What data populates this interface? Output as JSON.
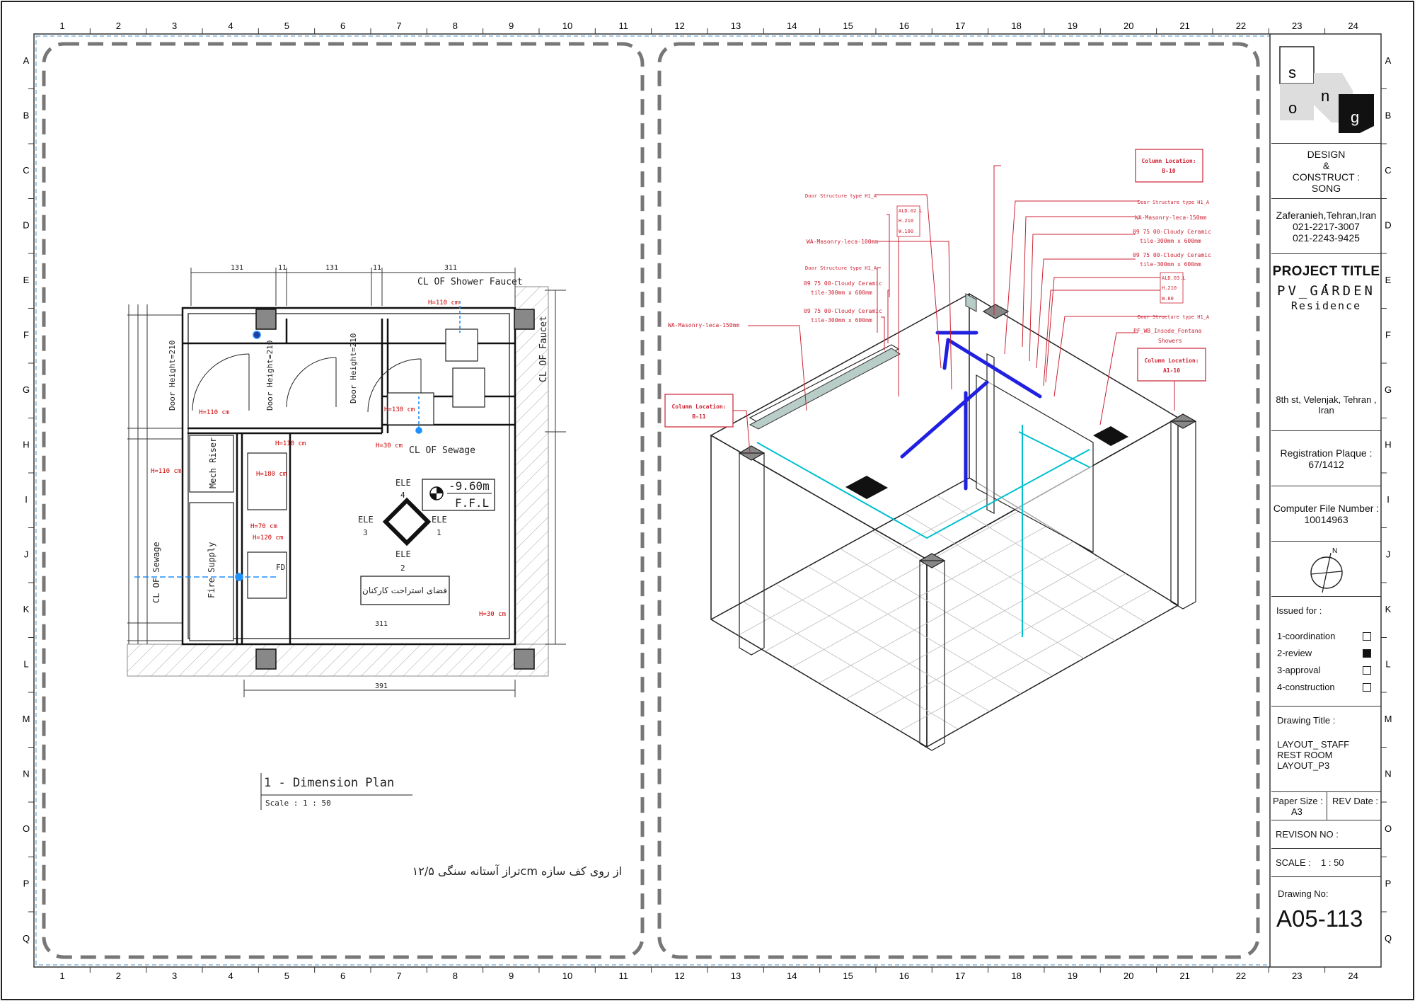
{
  "border": {
    "columns": [
      "1",
      "2",
      "3",
      "4",
      "5",
      "6",
      "7",
      "8",
      "9",
      "10",
      "11",
      "12",
      "13",
      "14",
      "15",
      "16",
      "17",
      "18",
      "19",
      "20",
      "21",
      "22",
      "23",
      "24"
    ],
    "rows": [
      "A",
      "B",
      "C",
      "D",
      "E",
      "F",
      "G",
      "H",
      "I",
      "J",
      "K",
      "L",
      "M",
      "N",
      "O",
      "P",
      "Q"
    ]
  },
  "plan": {
    "labels": {
      "shower_faucet": "CL OF Shower Faucet",
      "faucet": "CL OF Faucet",
      "sewage_top": "CL OF Sewage",
      "sewage_left": "CL OF Sewage",
      "door_height_1": "Door Height=210",
      "door_height_2": "Door Height=210",
      "door_height_3": "Door Height=210",
      "mech_riser": "Mech Riser",
      "fire_supply": "Fire Supply",
      "fd": "FD",
      "ele_4": "ELE",
      "ele_4_num": "4",
      "ele_3": "ELE",
      "ele_3_num": "3",
      "ele_1": "ELE",
      "ele_1_num": "1",
      "ele_2": "ELE",
      "ele_2_num": "2",
      "level": "-9.60m",
      "ffl": "F.F.L",
      "room_name": "فضای استراحت کارکنان",
      "dims": {
        "d131a": "131",
        "d11a": "11",
        "d131b": "131",
        "d11b": "11",
        "d311": "311",
        "d391": "391",
        "d311b": "311"
      }
    },
    "heights": {
      "h110a": "H=110 cm",
      "h110b": "H=110 cm",
      "h110c": "H=110 cm",
      "h110d": "H=110 cm",
      "h130": "H=130 cm",
      "h30a": "H=30 cm",
      "h180": "H=180 cm",
      "h70": "H=70 cm",
      "h120": "H=120 cm",
      "h30b": "H=30 cm"
    },
    "title": "1 - Dimension Plan",
    "scale": "Scale : 1 : 50",
    "note": "تراز آستانه سنگی ۱۲/۵cm از روی کف سازه"
  },
  "iso": {
    "callouts": {
      "col_b10": [
        "Column Location:",
        "B-10"
      ],
      "col_a110": [
        "Column Location:",
        "A1-10"
      ],
      "col_b11": [
        "Column Location:",
        "B-11"
      ],
      "door_struct_1": "Door Structure type H1_A",
      "door_struct_2": "Door Structure type H1_A",
      "door_struct_3": "Door Structure type H1_A",
      "door_struct_4": "Door Structure type H1_A",
      "ald02": [
        "ALD.02.L",
        "H.210",
        "W.100"
      ],
      "ald03": [
        "ALD.03.L",
        "H.210",
        "W.80"
      ],
      "wa_100": "WA-Masonry-leca-100mm",
      "wa_150a": "WA-Masonry-leca-150mm",
      "wa_150b": "WA-Masonry-leca-150mm",
      "tile_1": [
        "09 75 00-Cloudy Ceramic",
        "tile-300mm x 600mm"
      ],
      "tile_2": [
        "09 75 00-Cloudy Ceramic",
        "tile-300mm x 600mm"
      ],
      "tile_3": [
        "09 75 00-Cloudy Ceramic",
        "tile-300mm x 600mm"
      ],
      "tile_4": [
        "09 75 00-Cloudy Ceramic",
        "tile-300mm x 600mm"
      ],
      "pf_wb": [
        "PF_WB_Insode_Fontana",
        "Showers"
      ]
    }
  },
  "title_block": {
    "logo_letters": [
      "s",
      "o",
      "n",
      "g"
    ],
    "design": [
      "DESIGN",
      "&",
      "CONSTRUCT :",
      "SONG"
    ],
    "address": [
      "Zaferanieh,Tehran,Iran",
      "021-2217-3007",
      "021-2243-9425"
    ],
    "project_label": "PROJECT TITLE :",
    "project_name_1": "PV_GARDEN",
    "project_name_2": "Residence",
    "site": "8th st, Velenjak, Tehran , Iran",
    "plaque": [
      "Registration Plaque :",
      "67/1412"
    ],
    "file_number": [
      "Computer File Number :",
      "10014963"
    ],
    "north": "N",
    "issued_for": "Issued for :",
    "issue_items": [
      {
        "label": "1-coordination",
        "checked": false
      },
      {
        "label": "2-review",
        "checked": true
      },
      {
        "label": "3-approval",
        "checked": false
      },
      {
        "label": "4-construction",
        "checked": false
      }
    ],
    "drawing_title_label": "Drawing Title :",
    "drawing_title": [
      "LAYOUT_ STAFF",
      "REST ROOM",
      "LAYOUT_P3"
    ],
    "paper_size_label": "Paper Size :",
    "paper_size": "A3",
    "rev_date_label": "REV Date :",
    "revision_no": "REVISON NO  :",
    "scale_label": "SCALE :",
    "scale_value": "1 : 50",
    "drawing_no_label": "Drawing No:",
    "drawing_no": "A05-113"
  }
}
